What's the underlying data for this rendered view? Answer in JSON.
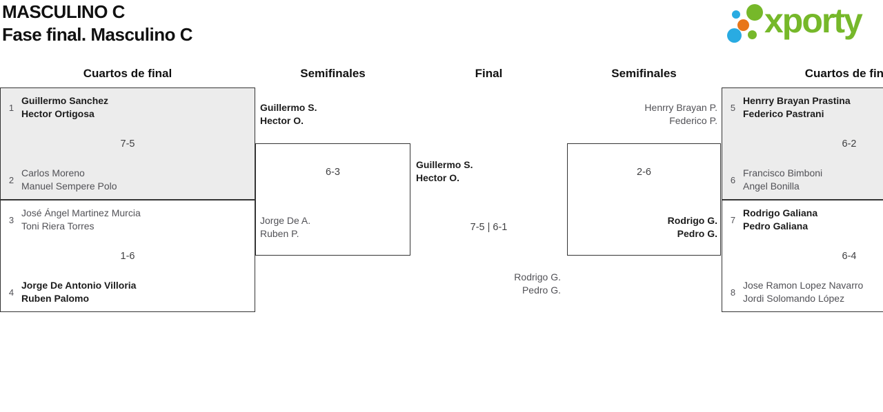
{
  "header": {
    "title": "MASCULINO C",
    "subtitle": "Fase final. Masculino C"
  },
  "logo": {
    "text": "xporty"
  },
  "round_headers": {
    "qf_left": "Cuartos de final",
    "sf_left": "Semifinales",
    "final": "Final",
    "sf_right": "Semifinales",
    "qf_right": "Cuartos de final"
  },
  "colors": {
    "logo_green": "#76b82a",
    "logo_blue": "#29abe2",
    "logo_orange": "#e8761a",
    "shaded_box_bg": "#ececec",
    "box_border": "#333333",
    "winner_text": "#1c1c1c",
    "secondary_text": "#515156"
  },
  "bracket": {
    "qf_left_top": {
      "seed_a": "1",
      "team_a_line1": "Guillermo Sanchez",
      "team_a_line2": "Hector Ortigosa",
      "score": "7-5",
      "seed_b": "2",
      "team_b_line1": "Carlos Moreno",
      "team_b_line2": "Manuel Sempere Polo"
    },
    "qf_left_bottom": {
      "seed_a": "3",
      "team_a_line1": "José Ángel Martinez Murcia",
      "team_a_line2": "Toni Riera Torres",
      "score": "1-6",
      "seed_b": "4",
      "team_b_line1": "Jorge De Antonio Villoria",
      "team_b_line2": "Ruben Palomo"
    },
    "sf_left": {
      "team_a_line1": "Guillermo S.",
      "team_a_line2": "Hector O.",
      "score": "6-3",
      "team_b_line1": "Jorge De A.",
      "team_b_line2": "Ruben P."
    },
    "final": {
      "team_a_line1": "Guillermo S.",
      "team_a_line2": "Hector O.",
      "score": "7-5 | 6-1",
      "team_b_line1": "Rodrigo G.",
      "team_b_line2": "Pedro G."
    },
    "sf_right": {
      "team_a_line1": "Henrry Brayan P.",
      "team_a_line2": "Federico P.",
      "score": "2-6",
      "team_b_line1": "Rodrigo G.",
      "team_b_line2": "Pedro G."
    },
    "qf_right_top": {
      "seed_a": "5",
      "team_a_line1": "Henrry Brayan Prastina",
      "team_a_line2": "Federico Pastrani",
      "score": "6-2",
      "seed_b": "6",
      "team_b_line1": "Francisco Bimboni",
      "team_b_line2": "Angel Bonilla"
    },
    "qf_right_bottom": {
      "seed_a": "7",
      "team_a_line1": "Rodrigo Galiana",
      "team_a_line2": "Pedro Galiana",
      "score": "6-4",
      "seed_b": "8",
      "team_b_line1": "Jose Ramon Lopez Navarro",
      "team_b_line2": "Jordi Solomando López"
    }
  }
}
